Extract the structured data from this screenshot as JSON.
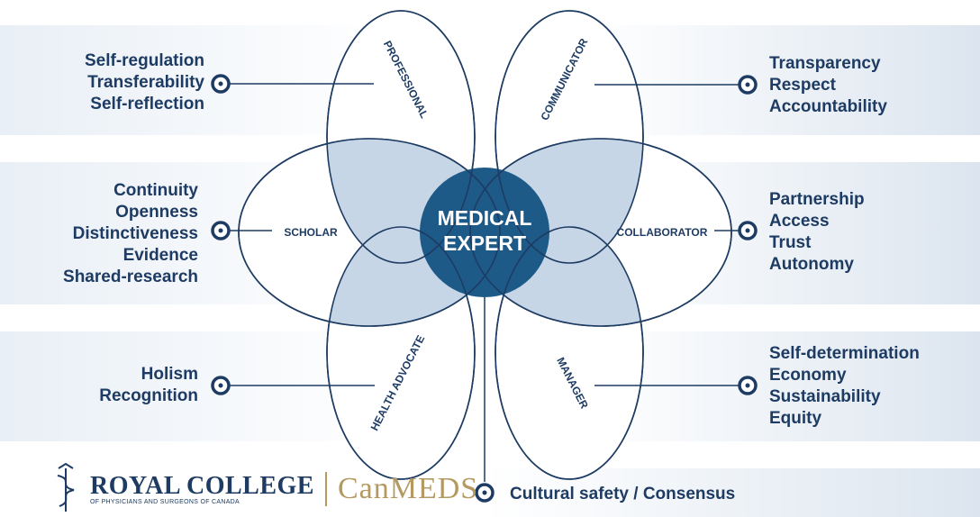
{
  "center": {
    "line1": "MEDICAL",
    "line2": "EXPERT"
  },
  "roles": {
    "professional": "PROFESSIONAL",
    "communicator": "COMMUNICATOR",
    "scholar": "SCHOLAR",
    "collaborator": "COLLABORATOR",
    "health_advocate": "HEALTH ADVOCATE",
    "manager": "MANAGER"
  },
  "values": {
    "professional": [
      "Self-regulation",
      "Transferability",
      "Self-reflection"
    ],
    "communicator": [
      "Transparency",
      "Respect",
      "Accountability"
    ],
    "scholar": [
      "Continuity",
      "Openness",
      "Distinctiveness",
      "Evidence",
      "Shared-research"
    ],
    "collaborator": [
      "Partnership",
      "Access",
      "Trust",
      "Autonomy"
    ],
    "health_advocate": [
      "Holism",
      "Recognition"
    ],
    "manager": [
      "Self-determination",
      "Economy",
      "Sustainability",
      "Equity"
    ],
    "medical_expert": "Cultural safety / Consensus"
  },
  "logo": {
    "college": "ROYAL COLLEGE",
    "subtitle": "OF PHYSICIANS AND SURGEONS OF CANADA",
    "brand": "CanMEDS"
  },
  "colors": {
    "navy": "#1d3b63",
    "petal_fill": "#ffffff",
    "overlap_light": "#c7d6e6",
    "overlap_mid": "#7fa6c6",
    "center": "#1e5a87",
    "band": "#dde5ef",
    "gold": "#b49a60"
  }
}
